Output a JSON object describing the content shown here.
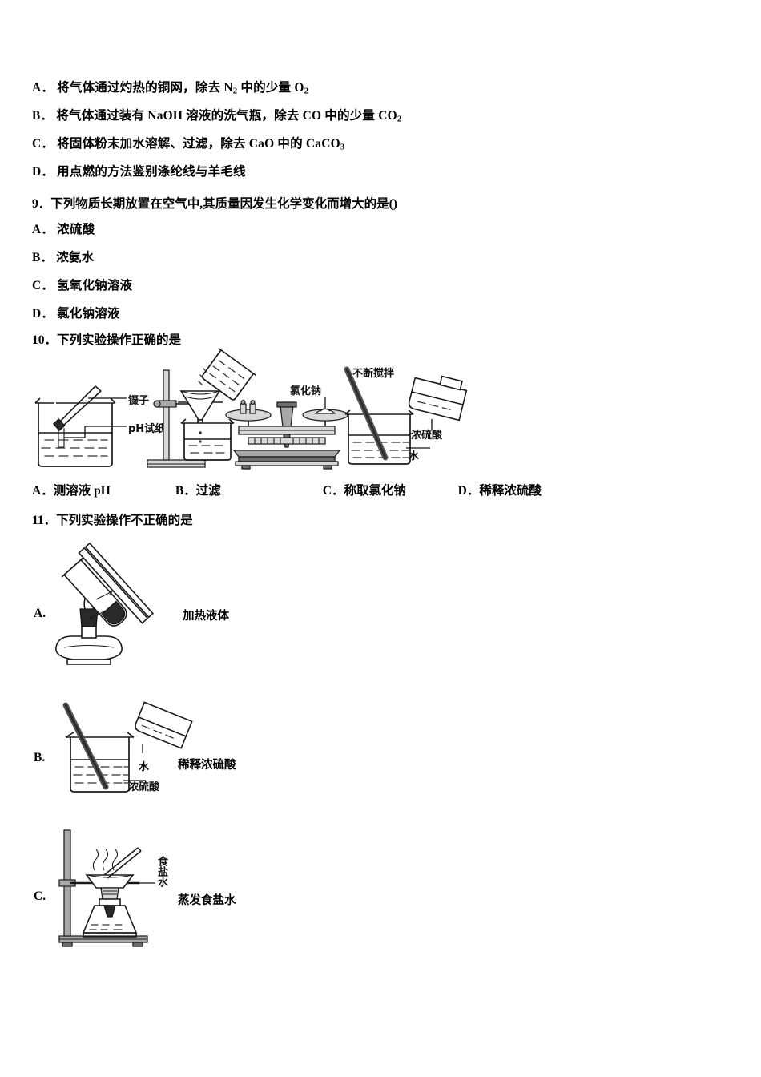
{
  "document": {
    "type": "chemistry-exam-page",
    "language": "zh-CN"
  },
  "question_8_options": {
    "A": {
      "letter": "A．",
      "text_before": "将气体通过灼热的铜网，除去 N",
      "sub1": "2",
      "text_mid": " 中的少量 O",
      "sub2": "2"
    },
    "B": {
      "letter": "B．",
      "text_before": "将气体通过装有 NaOH 溶液的洗气瓶，除去 CO 中的少量 CO",
      "sub1": "2",
      "text_mid": "",
      "sub2": ""
    },
    "C": {
      "letter": "C．",
      "text_before": "将固体粉末加水溶解、过滤，除去 CaO 中的 CaCO",
      "sub1": "3",
      "text_mid": "",
      "sub2": ""
    },
    "D": {
      "letter": "D．",
      "text_before": "用点燃的方法鉴别涤纶线与羊毛线",
      "sub1": "",
      "text_mid": "",
      "sub2": ""
    }
  },
  "question_9": {
    "stem": "9．下列物质长期放置在空气中,其质量因发生化学变化而增大的是()",
    "options": [
      {
        "letter": "A．",
        "text": "浓硫酸"
      },
      {
        "letter": "B．",
        "text": "浓氨水"
      },
      {
        "letter": "C．",
        "text": "氢氧化钠溶液"
      },
      {
        "letter": "D．",
        "text": "氯化钠溶液"
      }
    ]
  },
  "question_10": {
    "stem": "10．下列实验操作正确的是",
    "figure_labels": {
      "tweezers": "镊子",
      "ph_paper": "pH试纸",
      "sodium_chloride": "氯化钠",
      "stir_constantly": "不断搅拌",
      "concentrated_sulfuric_acid": "浓硫酸",
      "water": "水"
    },
    "options": [
      {
        "letter": "A．",
        "text": "测溶液 pH"
      },
      {
        "letter": "B．",
        "text": "过滤"
      },
      {
        "letter": "C．",
        "text": "称取氯化钠"
      },
      {
        "letter": "D．",
        "text": "稀释浓硫酸"
      }
    ]
  },
  "question_11": {
    "stem": "11．下列实验操作不正确的是",
    "options": [
      {
        "letter": "A.",
        "caption": "加热液体",
        "labels": []
      },
      {
        "letter": "B.",
        "caption": "稀释浓硫酸",
        "labels": [
          {
            "name": "water",
            "text": "水"
          },
          {
            "name": "concentrated-sulfuric-acid",
            "text": "浓硫酸"
          }
        ]
      },
      {
        "letter": "C.",
        "caption": "蒸发食盐水",
        "labels": [
          {
            "name": "salt-water",
            "text": "食盐水"
          }
        ]
      }
    ]
  },
  "colors": {
    "ink": "#1a1a1a",
    "background": "#ffffff",
    "metal_light": "#d8d8d8",
    "metal_mid": "#a8a8a8",
    "metal_dark": "#6e6e6e"
  }
}
